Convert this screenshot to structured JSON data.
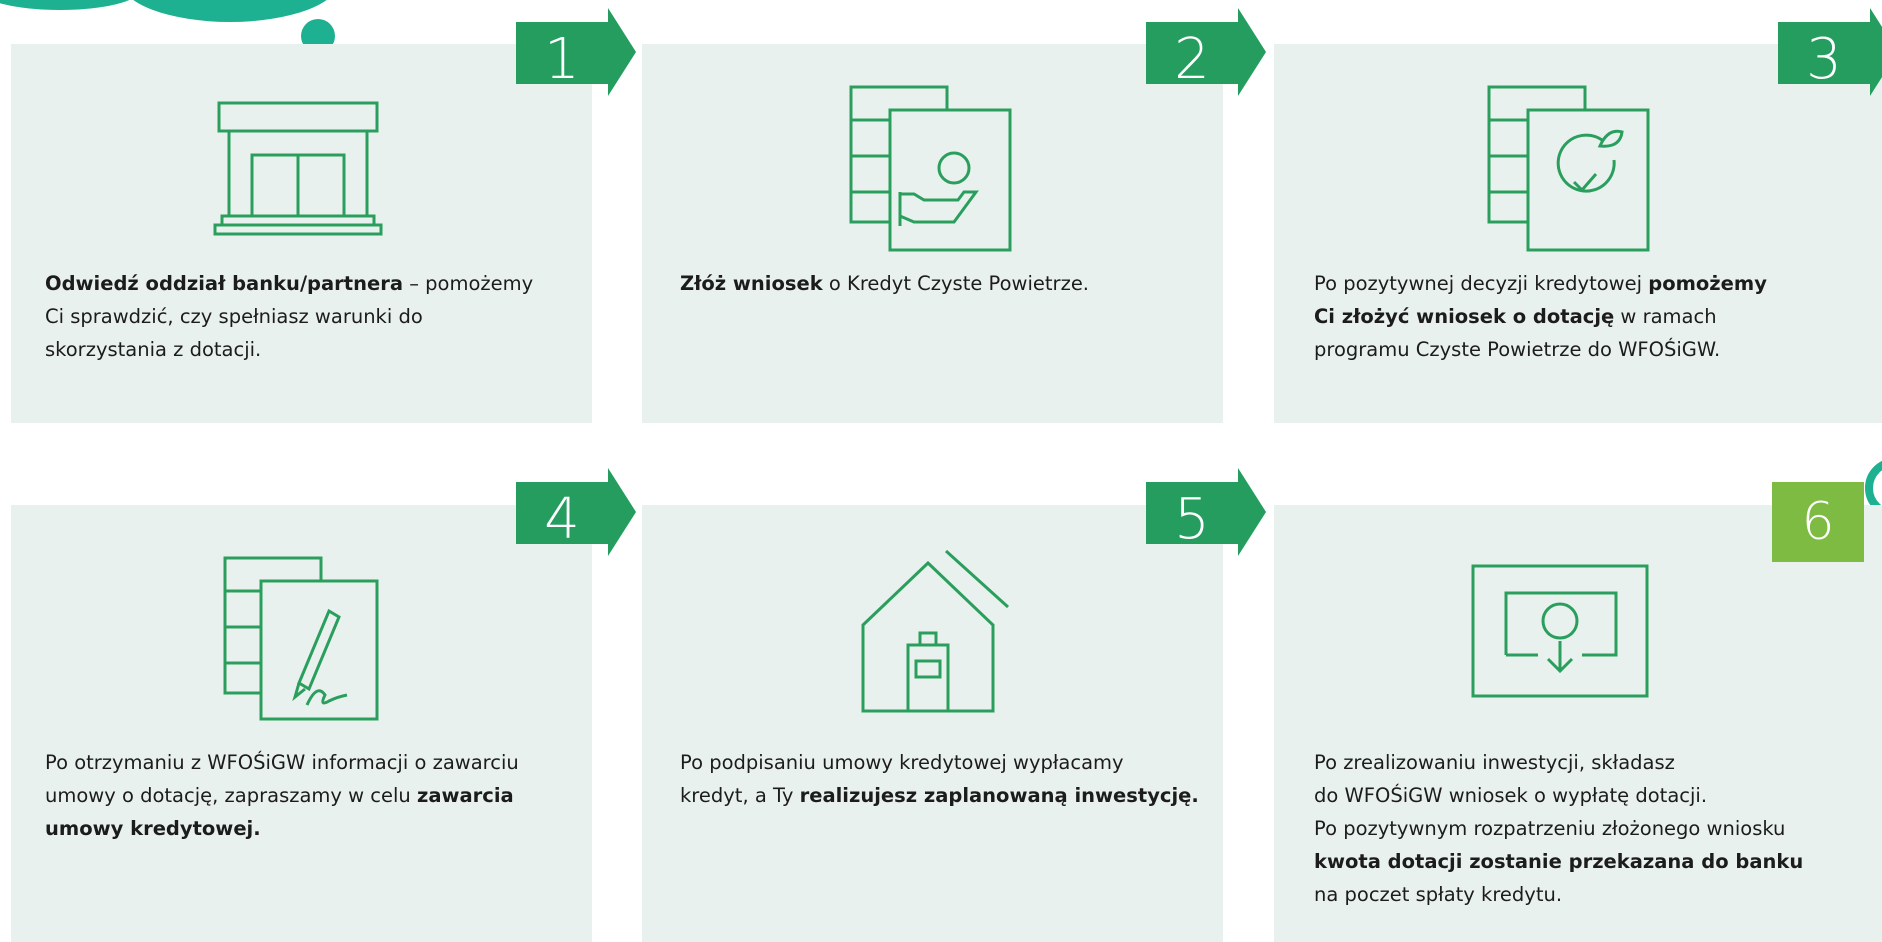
{
  "steps": [
    {
      "number": "1",
      "icon": "bank-branch-icon",
      "text": [
        {
          "bold": "Odwiedź oddział banku/partnera",
          "rest": " – pomożemy"
        },
        {
          "text": "Ci sprawdzić, czy spełniasz warunki do"
        },
        {
          "text": "skorzystania z dotacji."
        }
      ]
    },
    {
      "number": "2",
      "icon": "loan-application-icon",
      "text": [
        {
          "bold": "Złóż wniosek",
          "rest": " o Kredyt Czyste Powietrze."
        }
      ]
    },
    {
      "number": "3",
      "icon": "approved-document-icon",
      "text": [
        {
          "pre": "Po pozytywnej decyzji kredytowej ",
          "bold": "pomożemy"
        },
        {
          "bold": "Ci złożyć wniosek o dotację",
          "rest": " w ramach"
        },
        {
          "text": "programu Czyste Powietrze do WFOŚiGW."
        }
      ]
    },
    {
      "number": "4",
      "icon": "signed-contract-icon",
      "text": [
        {
          "text": "Po otrzymaniu z WFOŚiGW informacji o zawarciu"
        },
        {
          "pre": "umowy o dotację, zapraszamy w celu ",
          "bold": "zawarcia"
        },
        {
          "bold": "umowy kredytowej."
        }
      ]
    },
    {
      "number": "5",
      "icon": "house-investment-icon",
      "text": [
        {
          "text": "Po podpisaniu umowy kredytowej wypłacamy"
        },
        {
          "pre": "kredyt, a Ty ",
          "bold": "realizujesz zaplanowaną inwestycję."
        }
      ]
    },
    {
      "number": "6",
      "icon": "grant-payout-icon",
      "text": [
        {
          "text": "Po zrealizowaniu inwestycji, składasz"
        },
        {
          "text": "do WFOŚiGW wniosek o wypłatę dotacji."
        },
        {
          "text": "Po pozytywnym rozpatrzeniu złożonego wniosku"
        },
        {
          "bold": "kwota dotacji zostanie przekazana do banku"
        },
        {
          "text": "na poczet spłaty kredytu."
        }
      ]
    }
  ],
  "colors": {
    "card_bg": "#e9f1ee",
    "green": "#249d5f",
    "light_green": "#7dbb42",
    "line": "#2a9f5d",
    "teal": "#1eb191"
  }
}
